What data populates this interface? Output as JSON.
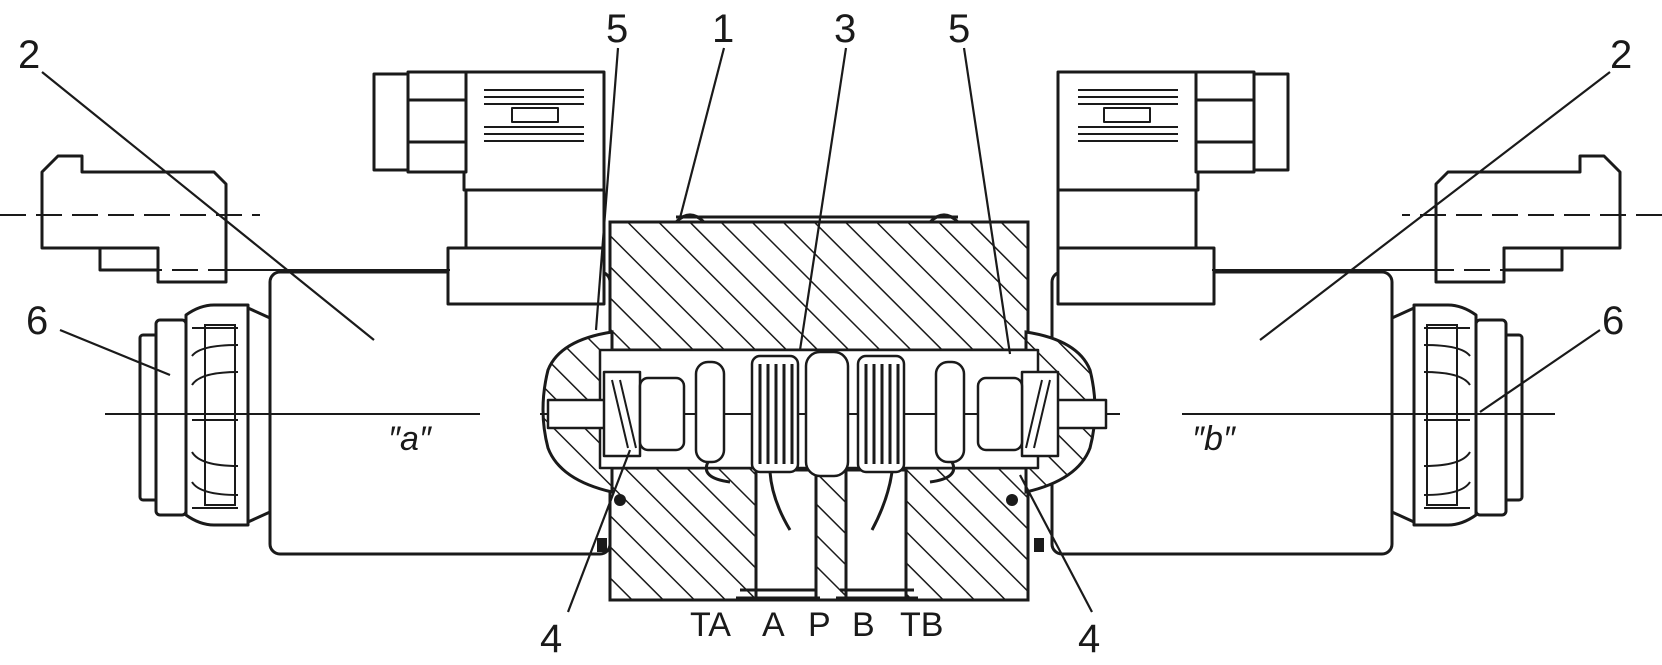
{
  "callouts": {
    "body": "1",
    "solenoid_left": "2",
    "solenoid_right": "2",
    "spool": "3",
    "spring_left": "4",
    "spring_right": "4",
    "seal_left": "5",
    "seal_right": "5",
    "override_left": "6",
    "override_right": "6"
  },
  "ports": {
    "ta": "TA",
    "a": "A",
    "p": "P",
    "b": "B",
    "tb": "TB"
  },
  "solenoid_marks": {
    "left": "″a″",
    "right": "″b″"
  }
}
